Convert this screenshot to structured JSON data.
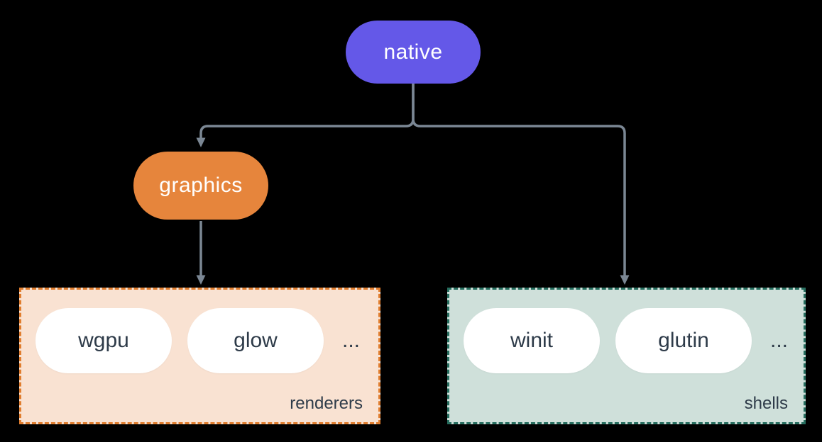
{
  "colors": {
    "background": "#000000",
    "native_fill": "#6458e8",
    "graphics_fill": "#e6853c",
    "node_text": "#ffffff",
    "renderers_fill": "#f9e2d2",
    "renderers_border": "#e07d2e",
    "shells_fill": "#cfe0da",
    "shells_border": "#266e5f",
    "pill_fill": "#ffffff",
    "pill_text": "#2e3b49",
    "line": "#7b8794"
  },
  "nodes": {
    "native": "native",
    "graphics": "graphics"
  },
  "groups": {
    "renderers": {
      "label": "renderers",
      "items": [
        "wgpu",
        "glow"
      ],
      "more": "..."
    },
    "shells": {
      "label": "shells",
      "items": [
        "winit",
        "glutin"
      ],
      "more": "..."
    }
  },
  "edges": [
    {
      "from": "native",
      "to": "graphics"
    },
    {
      "from": "native",
      "to": "shells"
    },
    {
      "from": "graphics",
      "to": "renderers"
    }
  ]
}
